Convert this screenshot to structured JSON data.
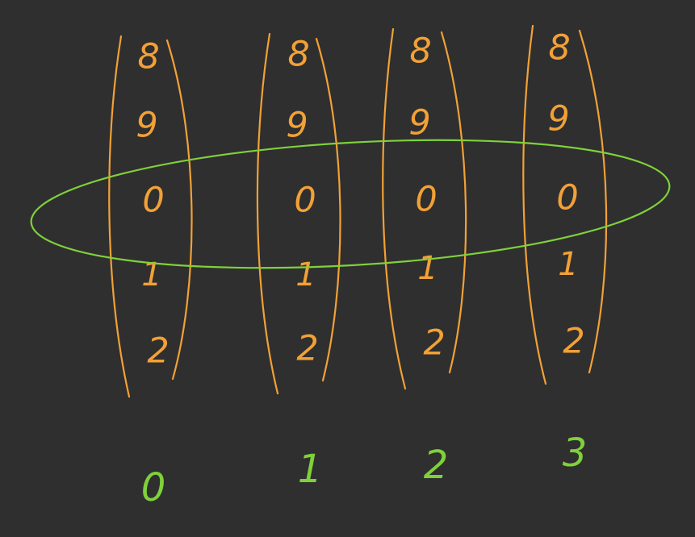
{
  "wheels": [
    {
      "digits": [
        "8",
        "9",
        "0",
        "1",
        "2"
      ]
    },
    {
      "digits": [
        "8",
        "9",
        "0",
        "1",
        "2"
      ]
    },
    {
      "digits": [
        "8",
        "9",
        "0",
        "1",
        "2"
      ]
    },
    {
      "digits": [
        "8",
        "9",
        "0",
        "1",
        "2"
      ]
    }
  ],
  "indices": [
    "0",
    "1",
    "2",
    "3"
  ],
  "colors": {
    "background": "#2f2f2f",
    "wheel": "#f2a136",
    "highlight": "#7fd13a"
  }
}
